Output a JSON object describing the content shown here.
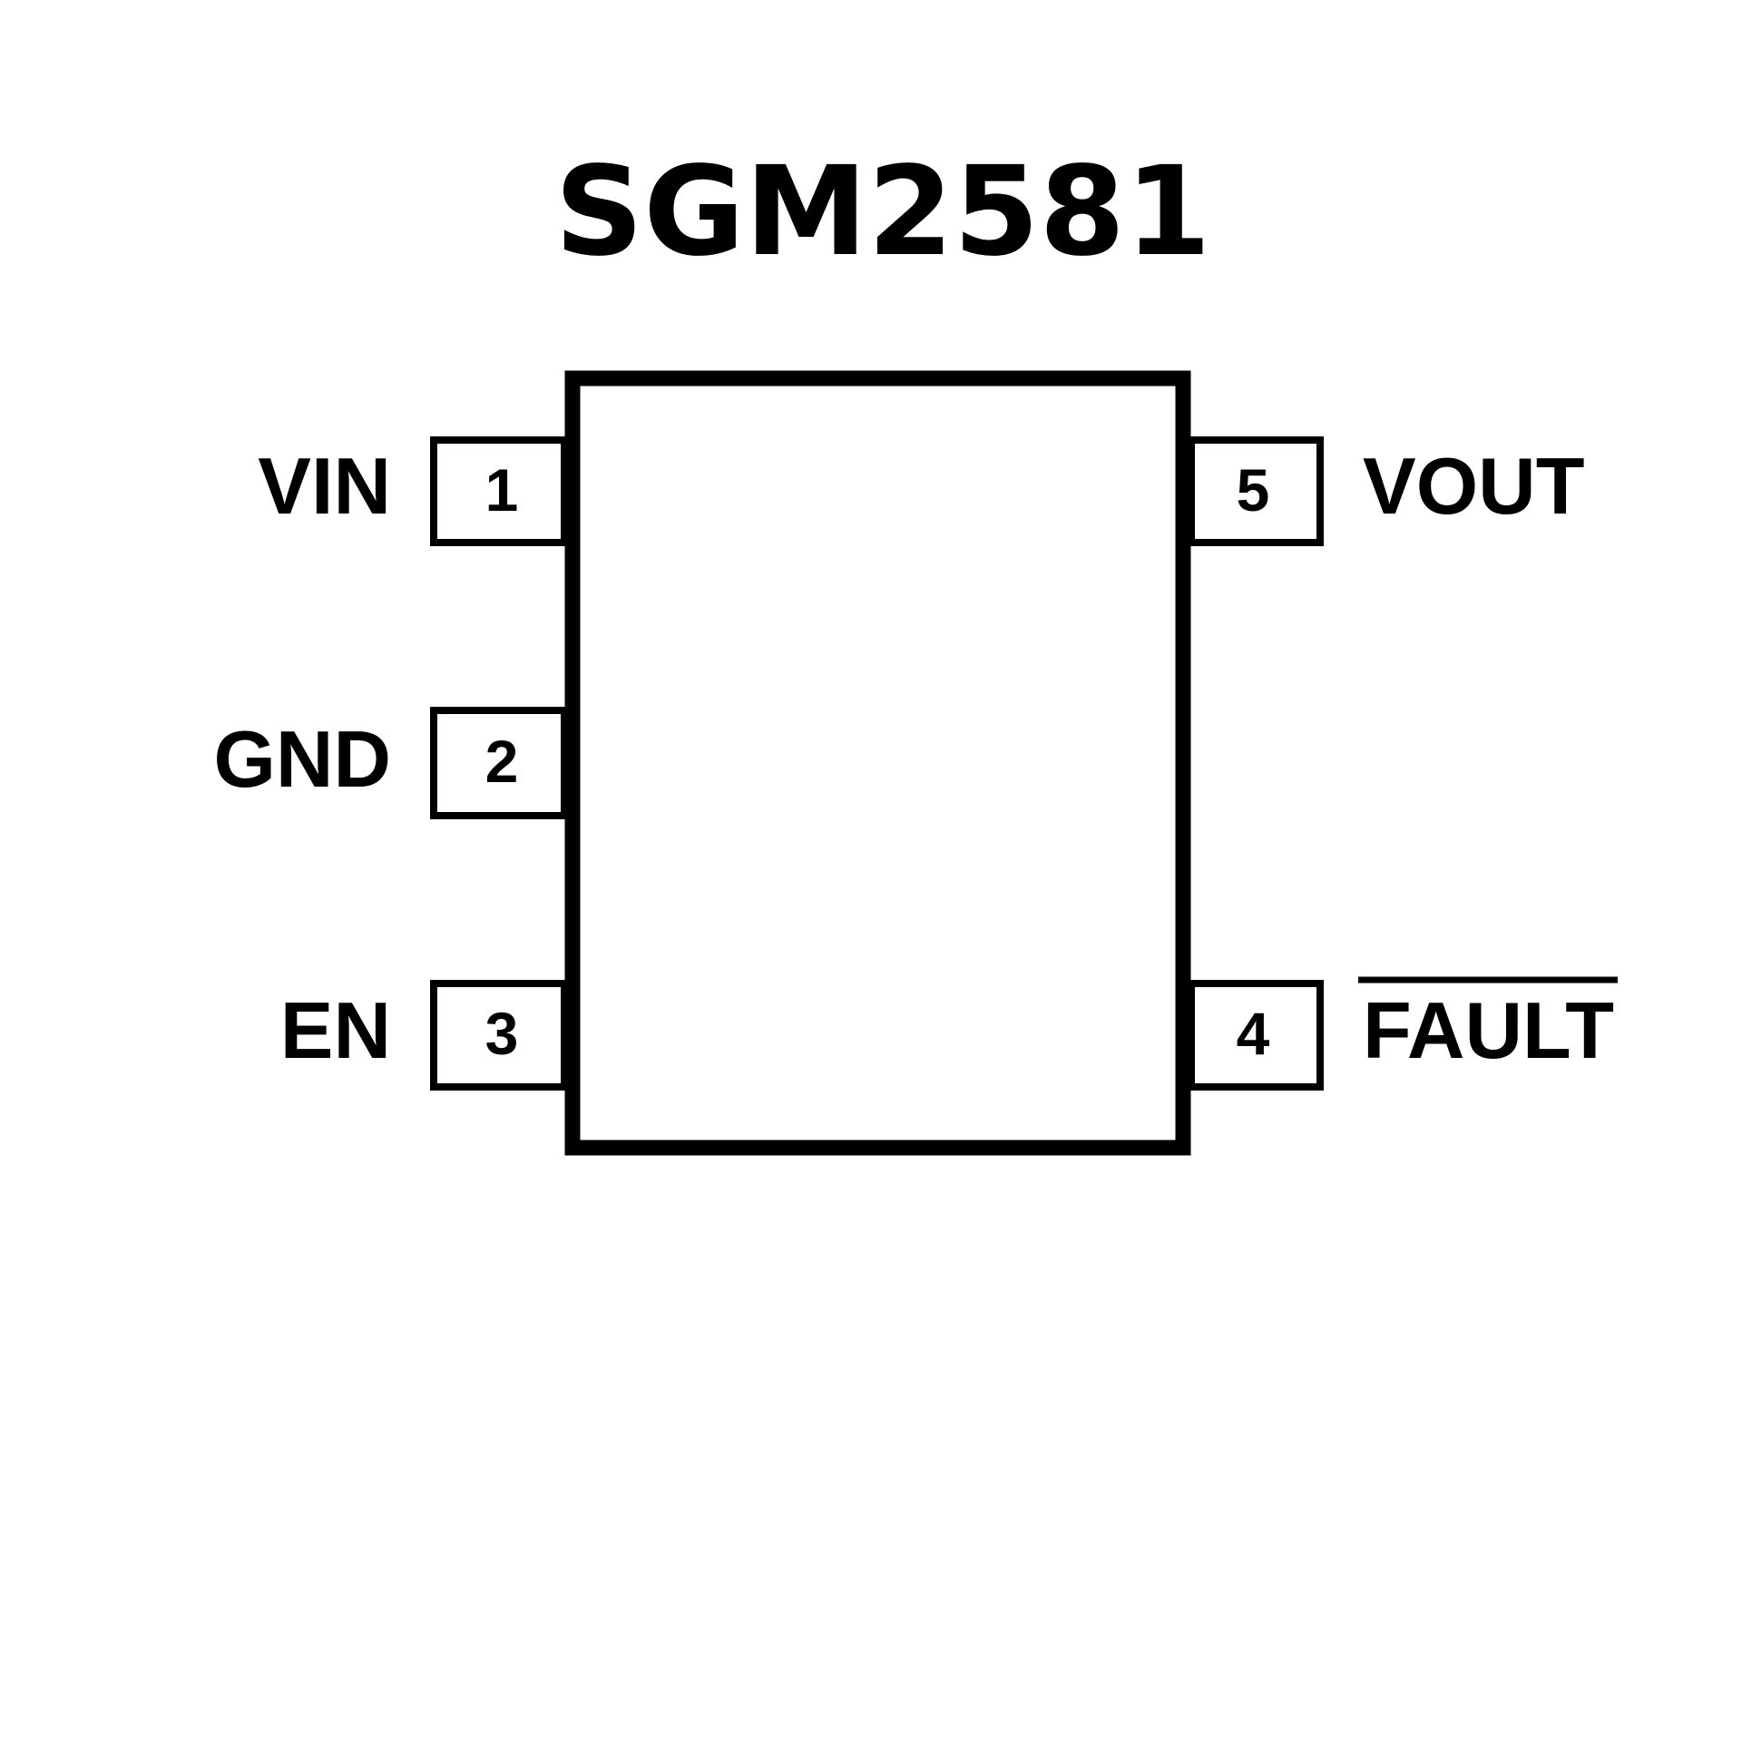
{
  "title": "SGM2581",
  "pins": {
    "p1": {
      "number": "1",
      "name": "VIN"
    },
    "p2": {
      "number": "2",
      "name": "GND"
    },
    "p3": {
      "number": "3",
      "name": "EN"
    },
    "p4": {
      "number": "4",
      "name": "FAULT",
      "active_low": true
    },
    "p5": {
      "number": "5",
      "name": "VOUT"
    }
  }
}
